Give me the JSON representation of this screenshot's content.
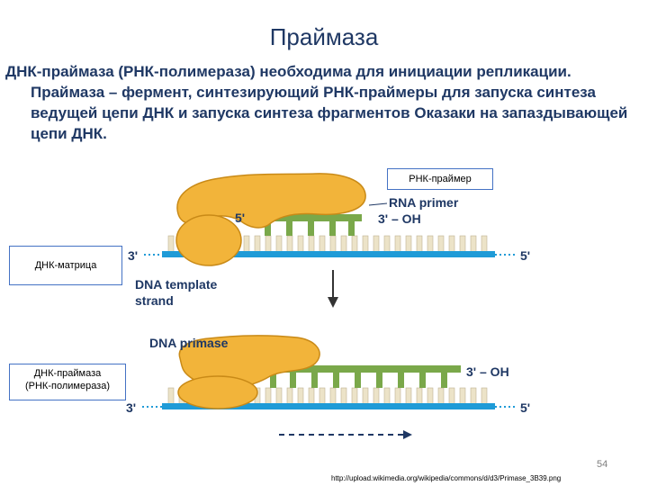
{
  "slide": {
    "title": "Праймаза",
    "line1": "ДНК-праймаза (РНК-полимераза) необходима для инициации репликации.",
    "line_rest": "Праймаза – фермент, синтезирующий РНК-праймеры для запуска синтеза ведущей цепи ДНК и запуска синтеза фрагментов Оказаки на запаздывающей цепи ДНК.",
    "page_number": "54",
    "source_url": "http://upload.wikimedia.org/wikipedia/commons/d/d3/Primase_3B39.png"
  },
  "boxes": {
    "rna_primer_ru": "РНК-праймер",
    "template_ru": "ДНК-матрица",
    "primase_ru_1": "ДНК-праймаза",
    "primase_ru_2": "(РНК-полимераза)"
  },
  "figure": {
    "rna_primer": "RNA primer",
    "five_prime": "5'",
    "three_prime_oh": "3' – OH",
    "three_prime": "3'",
    "five_prime_end": "5'",
    "template_strand_1": "DNA template",
    "template_strand_2": "strand",
    "dna_primase": "DNA primase"
  },
  "colors": {
    "enzyme": "#f2b43a",
    "enzyme_dark": "#c98a17",
    "template": "#1f9bd7",
    "primer": "#7aa84a",
    "base": "#ece3c8",
    "text_dark": "#1f3864"
  }
}
